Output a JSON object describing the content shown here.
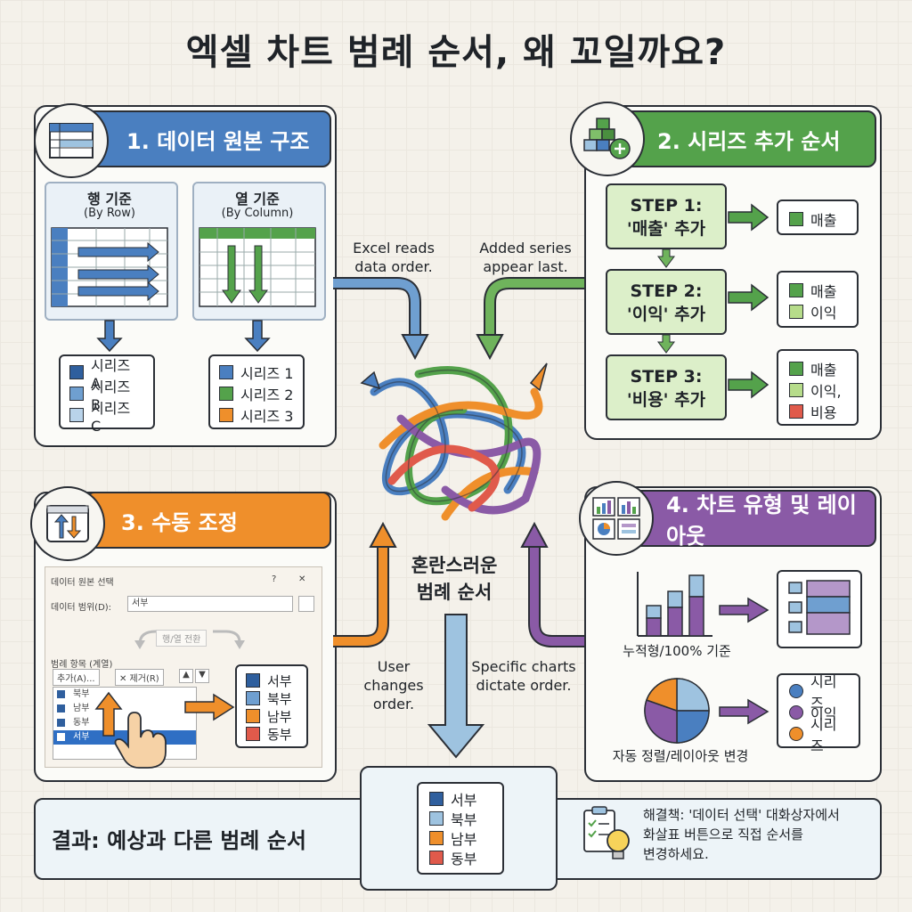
{
  "title": "엑셀 차트 범례 순서, 왜 꼬일까요?",
  "colors": {
    "blue": "#4a7fc0",
    "green": "#54a24b",
    "orange": "#ef8f2b",
    "purple": "#8a5aa6",
    "red": "#e05a4b",
    "lightblue": "#9ec3e0",
    "lightgreen": "#b6dc8a",
    "lightpurple": "#b497c9"
  },
  "panel1": {
    "title": "1. 데이터 원본 구조",
    "row_label": "행 기준",
    "row_sub": "(By Row)",
    "col_label": "열 기준",
    "col_sub": "(By Column)",
    "row_series": [
      "시리즈 A",
      "시리즈 B",
      "시리즈 C"
    ],
    "col_series": [
      "시리즈 1",
      "시리즈 2",
      "시리즈 3"
    ]
  },
  "panel2": {
    "title": "2. 시리즈 추가 순서",
    "steps": [
      {
        "line1": "STEP 1:",
        "line2": "'매출' 추가",
        "result": [
          "매출"
        ]
      },
      {
        "line1": "STEP 2:",
        "line2": "'이익' 추가",
        "result": [
          "매출",
          "이익"
        ]
      },
      {
        "line1": "STEP 3:",
        "line2": "'비용' 추가",
        "result": [
          "매출",
          "이익,",
          "비용"
        ]
      }
    ]
  },
  "panel3": {
    "title": "3. 수동 조정",
    "dialog_title": "데이터 원본 선택",
    "dialog_help": "?",
    "dialog_close": "✕",
    "range_label": "데이터 범위(D):",
    "range_value": "서부",
    "switch_label": "행/열 전환",
    "list_label": "범례 항목 (계열)",
    "add_btn": "추가(A)...",
    "del_btn": "✕ 제거(R)",
    "items": [
      "북부",
      "남부",
      "동부",
      "서부"
    ],
    "result": [
      "서부",
      "북부",
      "남부",
      "동부"
    ]
  },
  "panel4": {
    "title": "4. 차트 유형 및 레이아웃",
    "stack_label": "누적형/100% 기준",
    "pie_label": "자동 정렬/레이아웃 변경",
    "pie_legend": [
      "시리즈",
      "이익",
      "시리즈"
    ]
  },
  "notes": {
    "excel": "Excel reads\ndata order.",
    "added": "Added series\nappear last.",
    "user": "User\nchanges\norder.",
    "specific": "Specific charts\ndictate order."
  },
  "center": "혼란스러운\n범례 순서",
  "result": {
    "label": "결과: 예상과 다른 범례 순서",
    "items": [
      "서부",
      "북부",
      "남부",
      "동부"
    ]
  },
  "solution": "해결책: '데이터 선택' 대화상자에서\n화살표 버튼으로 직접 순서를\n변경하세요."
}
